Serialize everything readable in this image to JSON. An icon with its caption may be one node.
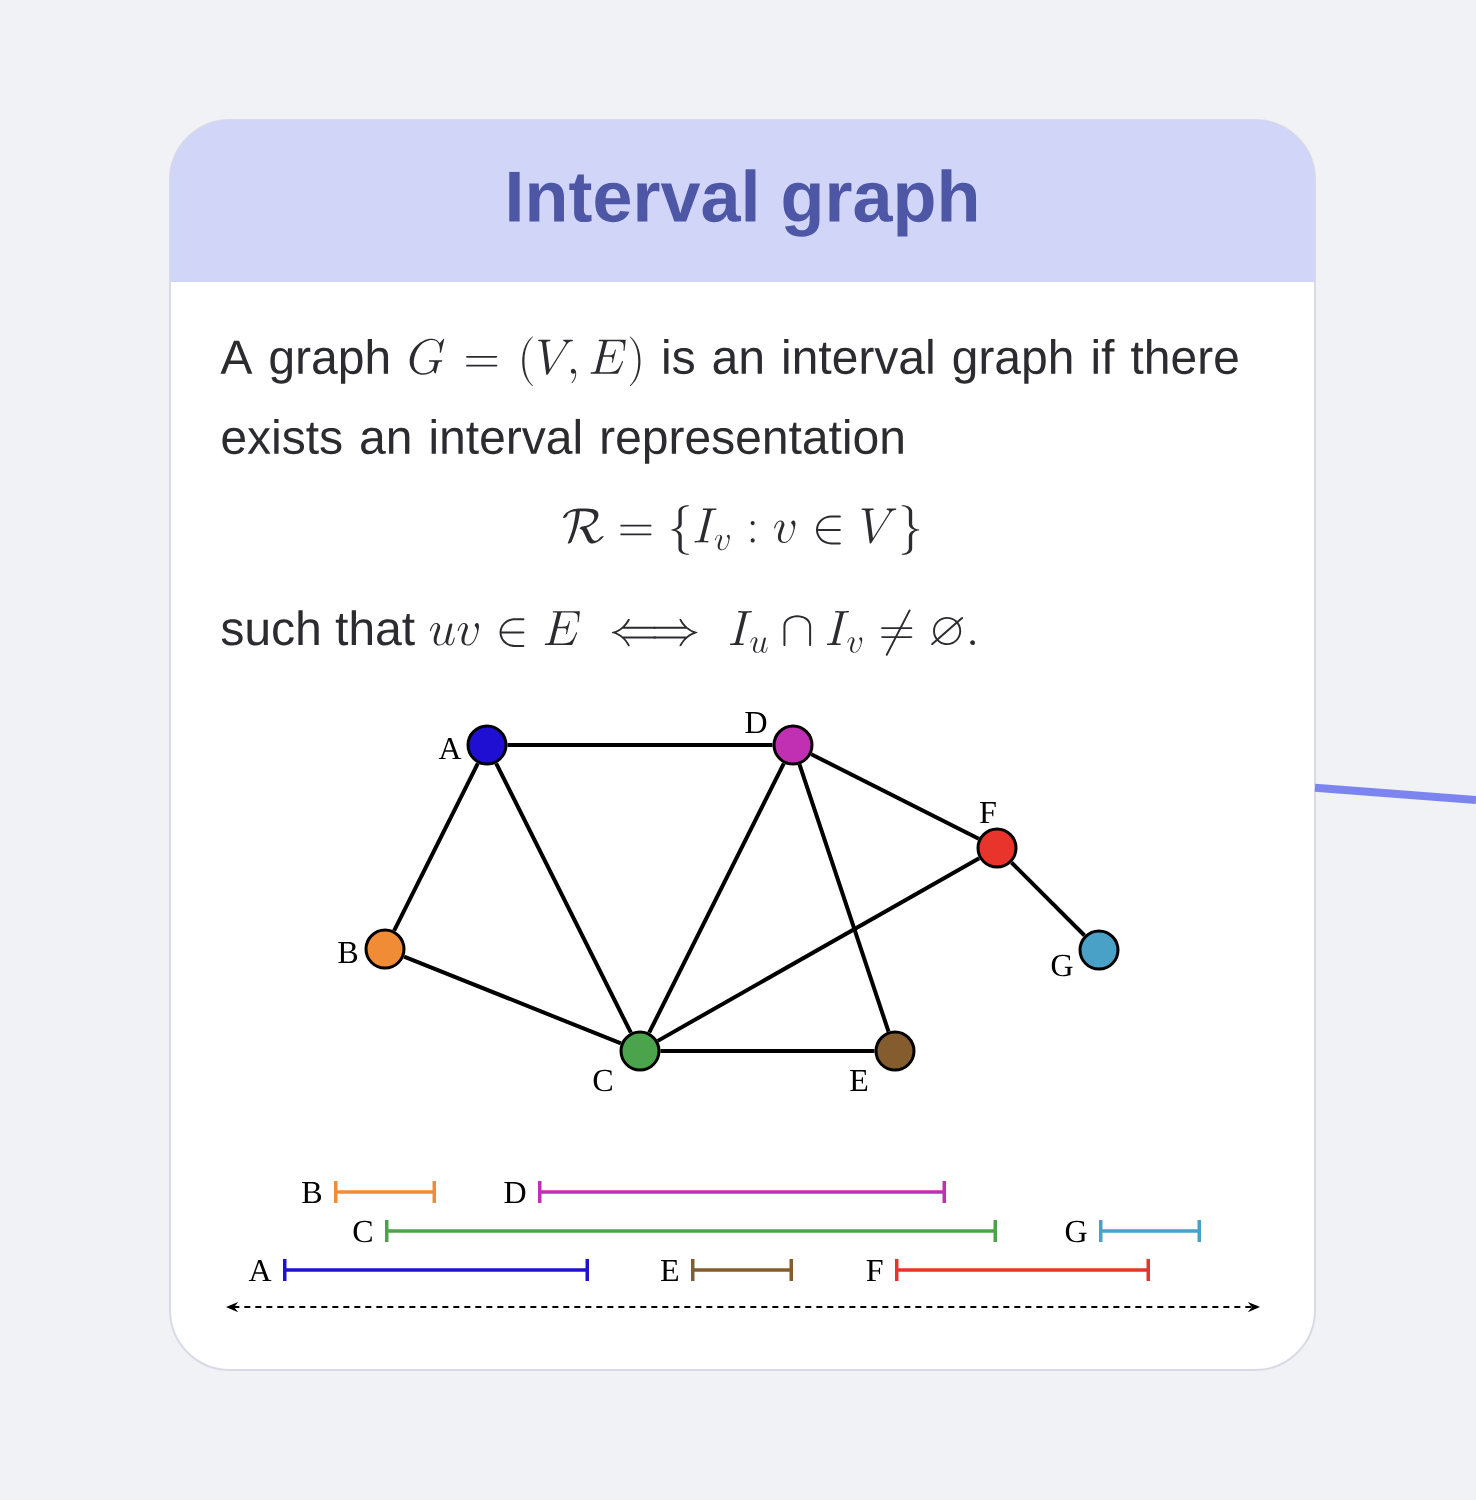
{
  "diagram": {
    "nodes": [
      {
        "text": [
          "Interval graph",
          "A graph",
          "G = (V, E)",
          "is an interval graph if there exists an interval representation",
          "\\mathcal{R} = \\{I_v : v \\in V\\}",
          "such that",
          "uv \\in E \\iff I_u \\cap I_v \\neq \\varnothing."
        ]
      },
      {
        "text": [],
        "shape": "circle",
        "beside": [
          "A"
        ],
        "in": 0
      },
      {
        "text": [],
        "shape": "circle",
        "beside": [
          "D"
        ],
        "in": 0
      },
      {
        "text": [],
        "shape": "circle",
        "beside": [
          "F"
        ],
        "in": 0
      },
      {
        "text": [],
        "shape": "circle",
        "beside": [
          "B"
        ],
        "in": 0
      },
      {
        "text": [],
        "shape": "circle",
        "beside": [
          "G"
        ],
        "in": 0
      },
      {
        "text": [],
        "shape": "circle",
        "beside": [
          "C"
        ],
        "in": 0
      },
      {
        "text": [],
        "shape": "circle",
        "beside": [
          "E"
        ],
        "in": 0
      }
    ],
    "edges": [
      {
        "from": 1,
        "to": 2,
        "arrow": "none"
      },
      {
        "from": 1,
        "to": 4,
        "arrow": "none"
      },
      {
        "from": 1,
        "to": 6,
        "arrow": "none"
      },
      {
        "from": 2,
        "to": 6,
        "arrow": "none"
      },
      {
        "from": 2,
        "to": 7,
        "arrow": "none"
      },
      {
        "from": 2,
        "to": 3,
        "arrow": "none"
      },
      {
        "from": 3,
        "to": 6,
        "arrow": "none"
      },
      {
        "from": 3,
        "to": 5,
        "arrow": "none"
      },
      {
        "from": 4,
        "to": 6,
        "arrow": "none"
      },
      {
        "from": 6,
        "to": 7,
        "arrow": "none"
      },
      {
        "from": 0,
        "to": null,
        "arrow": "none",
        "style": "thick",
        "color": "#7c84ef"
      }
    ],
    "labels": [
      "B",
      "D",
      "C",
      "G",
      "A",
      "E",
      "F"
    ]
  }
}
